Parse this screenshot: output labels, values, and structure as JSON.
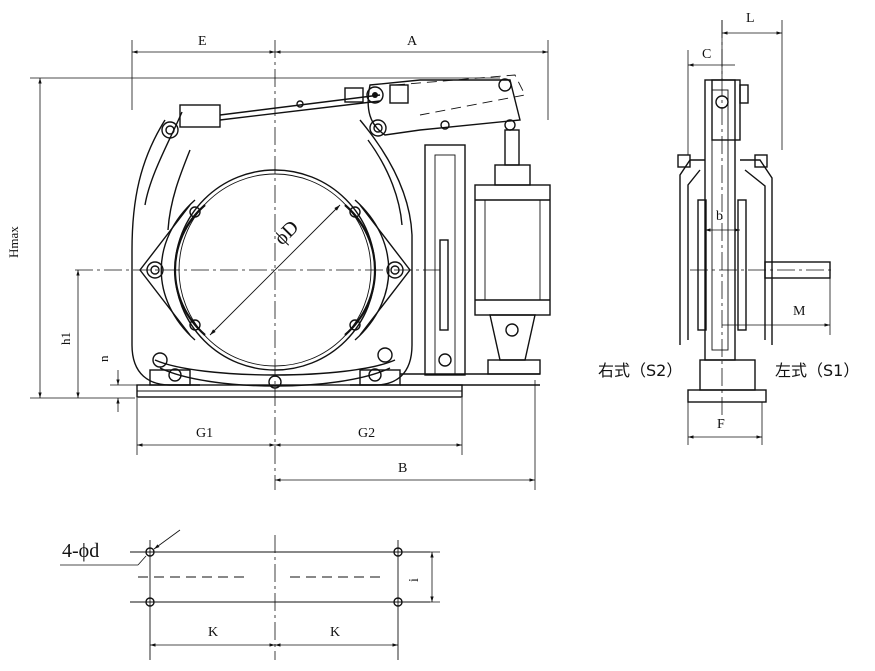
{
  "labels": {
    "E": "E",
    "A": "A",
    "L": "L",
    "C": "C",
    "Hmax": "Hmax",
    "h1": "h1",
    "n": "n",
    "phiD": "ϕD",
    "b": "b",
    "M": "M",
    "F": "F",
    "G1": "G1",
    "G2": "G2",
    "B": "B",
    "K_left": "K",
    "K_right": "K",
    "i": "i",
    "holes": "4-ϕd"
  },
  "captions": {
    "right_type": "右式（S2）",
    "left_type": "左式（S1）"
  }
}
